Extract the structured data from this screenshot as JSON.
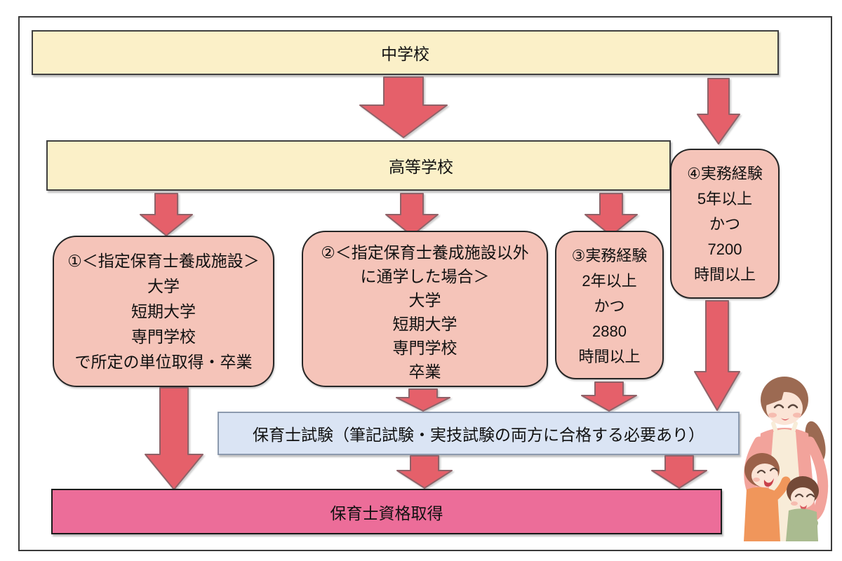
{
  "colors": {
    "cream_box": "#FBF0C8",
    "pink_route_box": "#F5C4B9",
    "arrow_red": "#E5606A",
    "exam_box_blue": "#DAE4F4",
    "license_box_pink": "#EC6D99",
    "outer_border": "#3A3A3A"
  },
  "boxes": {
    "junior_high": {
      "label": "中学校"
    },
    "high_school": {
      "label": "高等学校"
    },
    "route1": {
      "lines": [
        "①＜指定保育士養成施設＞",
        "大学",
        "短期大学",
        "専門学校",
        "で所定の単位取得・卒業"
      ]
    },
    "route2": {
      "lines": [
        "②＜指定保育士養成施設以外",
        "に通学した場合＞",
        "大学",
        "短期大学",
        "専門学校",
        "卒業"
      ]
    },
    "route3": {
      "lines": [
        "③実務経験",
        "2年以上",
        "かつ",
        "2880",
        "時間以上"
      ]
    },
    "route4": {
      "lines": [
        "④実務経験",
        "5年以上",
        "かつ",
        "7200",
        "時間以上"
      ]
    },
    "exam": {
      "label": "保育士試験（筆記試験・実技試験の両方に合格する必要あり）"
    },
    "license": {
      "label": "保育士資格取得"
    }
  },
  "illustration": {
    "name": "nursery-teacher-hugging-two-children"
  }
}
